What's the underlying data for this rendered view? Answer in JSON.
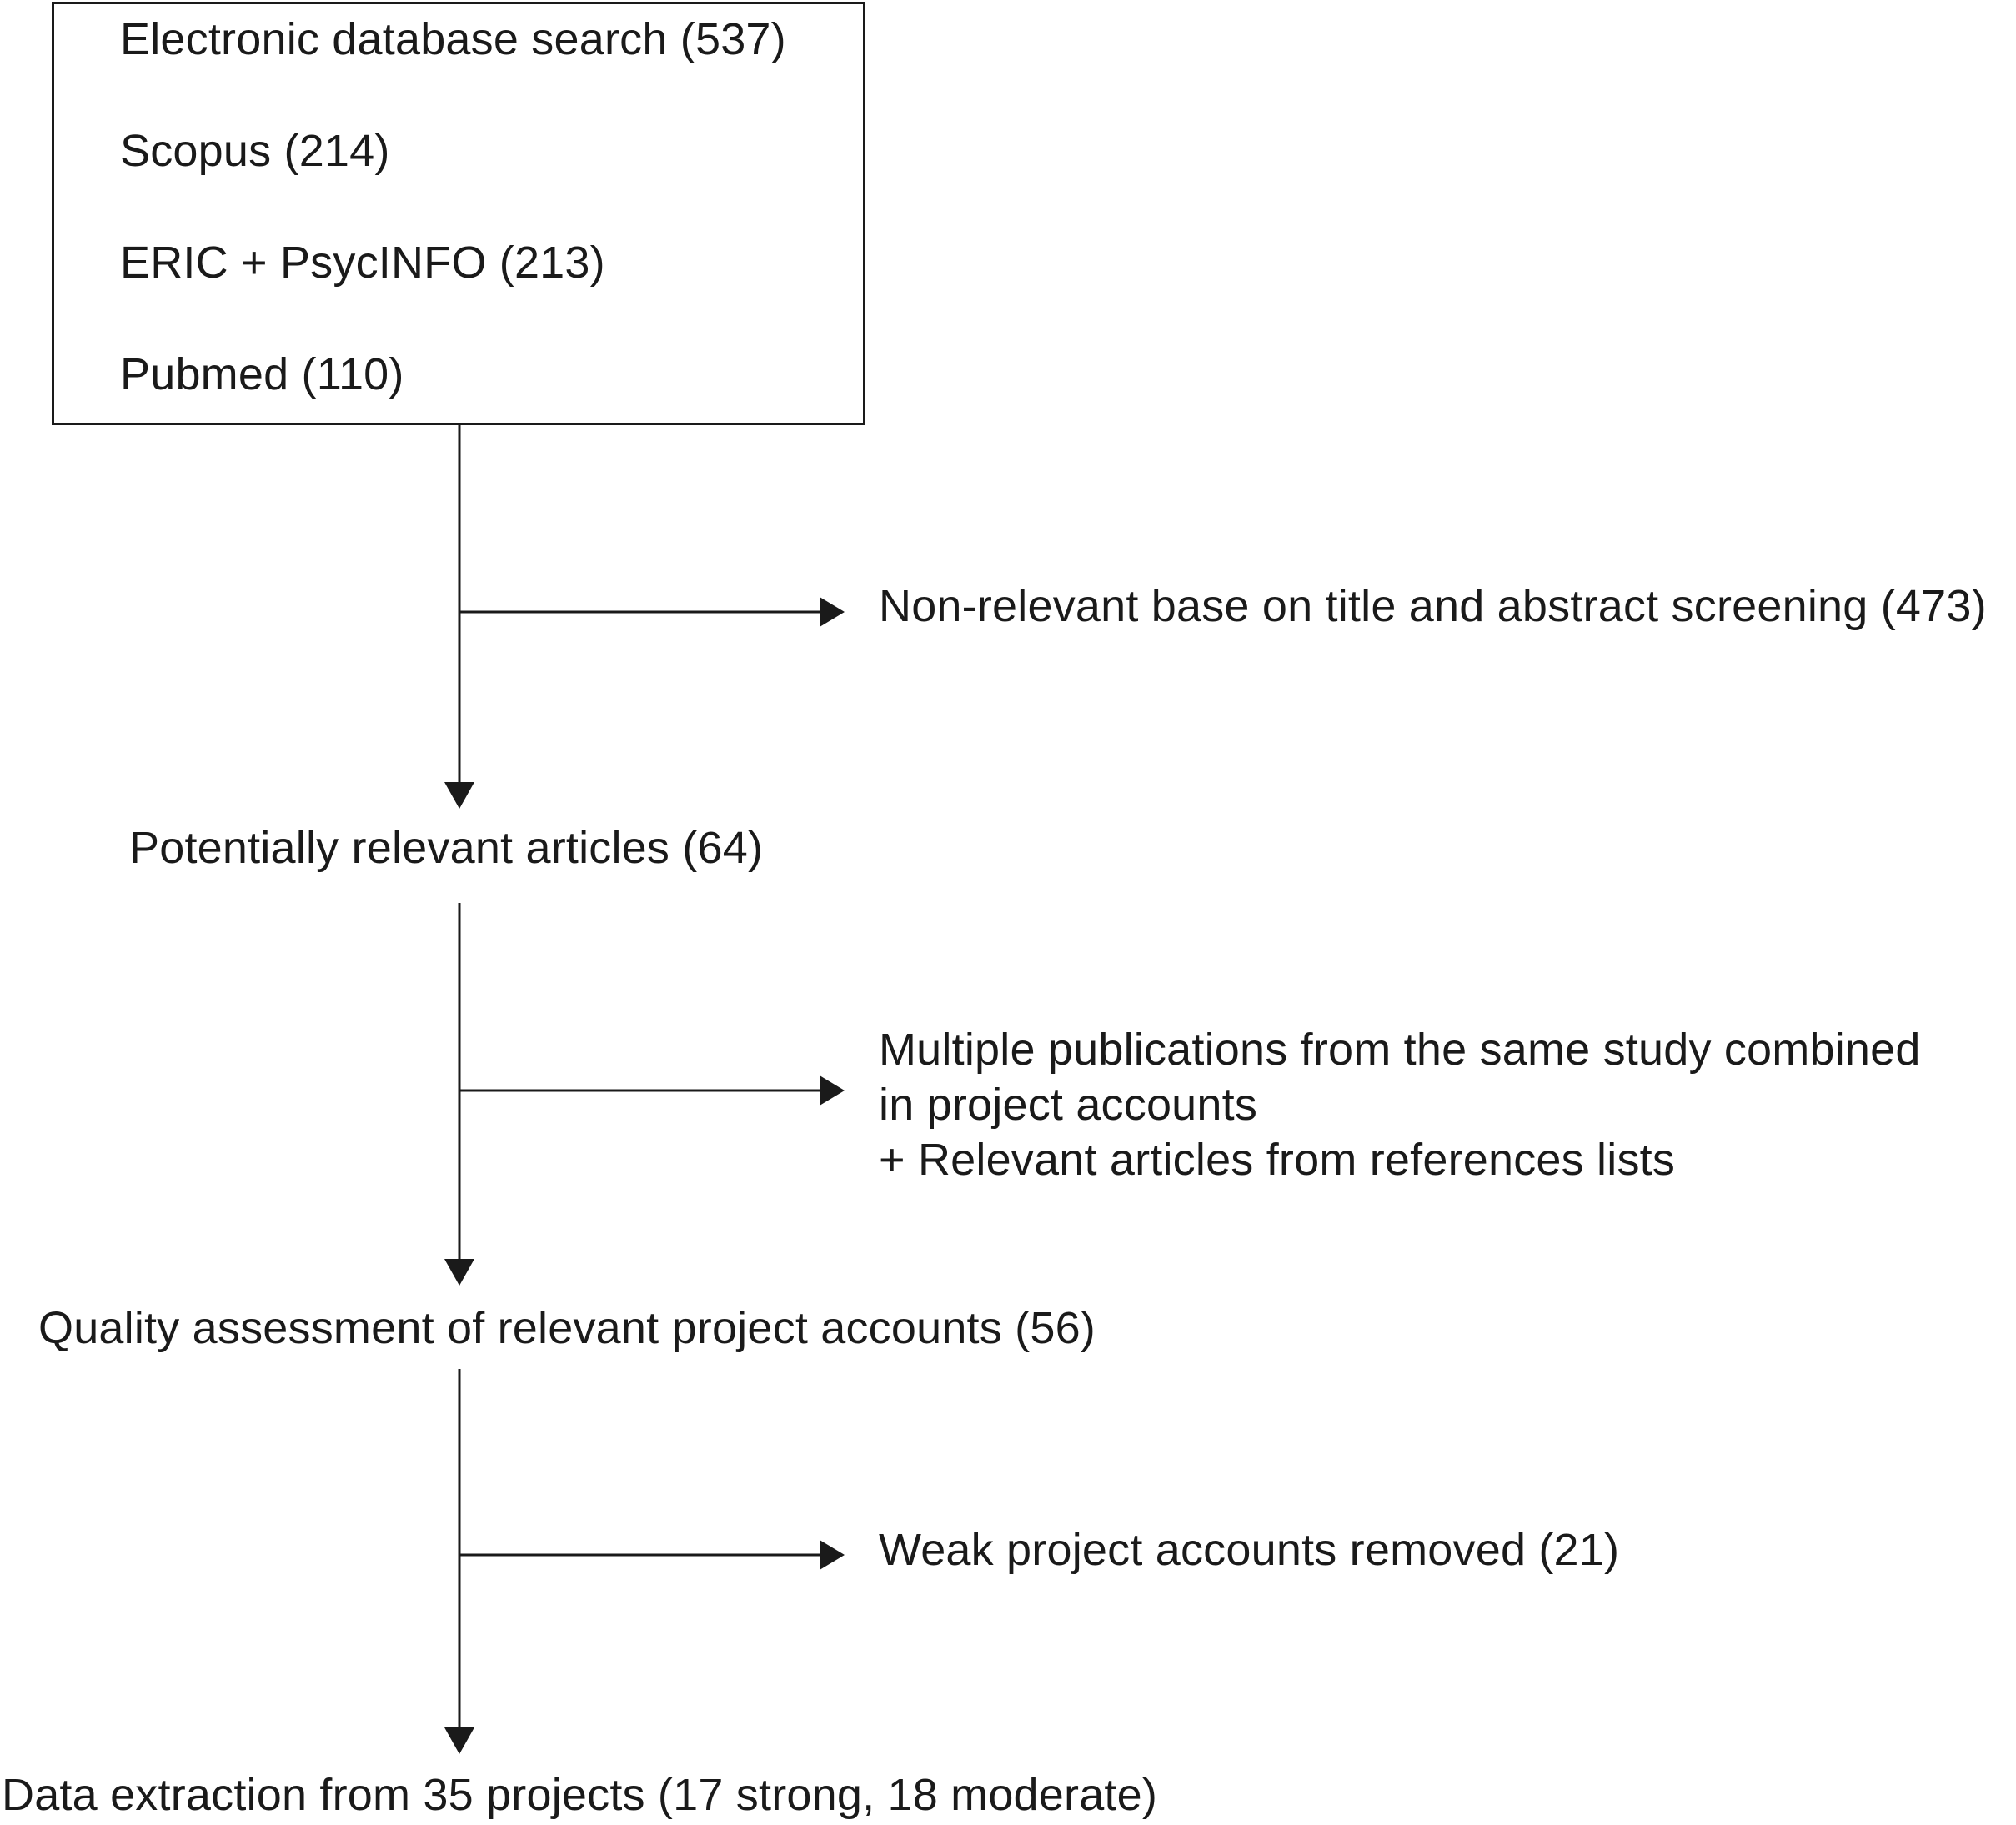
{
  "flow": {
    "source": {
      "title": "Electronic database search (537)",
      "items": [
        "Scopus (214)",
        "ERIC + PsycINFO (213)",
        "Pubmed (110)"
      ]
    },
    "exclusion_1": "Non-relevant base on title and abstract screening (473)",
    "stage_1": "Potentially relevant articles (64)",
    "adjustment_2": {
      "lines": [
        "Multiple publications from the same study combined",
        "in project accounts",
        "+ Relevant articles from references lists"
      ]
    },
    "stage_2": "Quality assessment of relevant project accounts (56)",
    "exclusion_3": "Weak project accounts removed (21)",
    "stage_3": "Data extraction from 35 projects (17 strong, 18 moderate)"
  },
  "colors": {
    "stroke": "#1a1a1a",
    "background": "#ffffff"
  }
}
